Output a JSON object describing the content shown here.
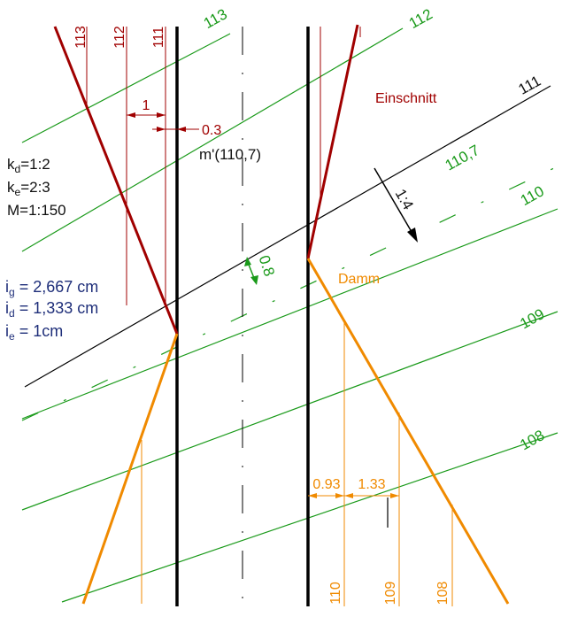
{
  "colors": {
    "contour": "#1a9a1a",
    "cut": "#a00000",
    "fill": "#f08a00",
    "axis": "#000000",
    "legend_text": "#1f2f7a"
  },
  "contours": {
    "c108": "108",
    "c109": "109",
    "c110": "110",
    "c1107": "110,7",
    "c112": "112",
    "c113": "113"
  },
  "black_contour": "111",
  "left_top_labels": [
    "113",
    "112",
    "111"
  ],
  "bottom_labels": [
    "110",
    "109",
    "108"
  ],
  "labels": {
    "einschnitt": "Einschnitt",
    "damm": "Damm",
    "point": "m'(110,7)",
    "slope": "1:4",
    "offset": "0.8",
    "dim_1": "1",
    "dim_03": "0.3",
    "dim_093": "0.93",
    "dim_133": "1.33"
  },
  "legend": {
    "kd_base": "k",
    "kd_sub": "d",
    "kd_val": "=1:2",
    "ke_base": "k",
    "ke_sub": "e",
    "ke_val": "=2:3",
    "scale": "M=1:150"
  },
  "intervals": {
    "ig_base": "i",
    "ig_sub": "g",
    "ig_val": " = 2,667 cm",
    "id_base": "i",
    "id_sub": "d",
    "id_val": " = 1,333 cm",
    "ie_base": "i",
    "ie_sub": "e",
    "ie_val": " = 1cm"
  }
}
